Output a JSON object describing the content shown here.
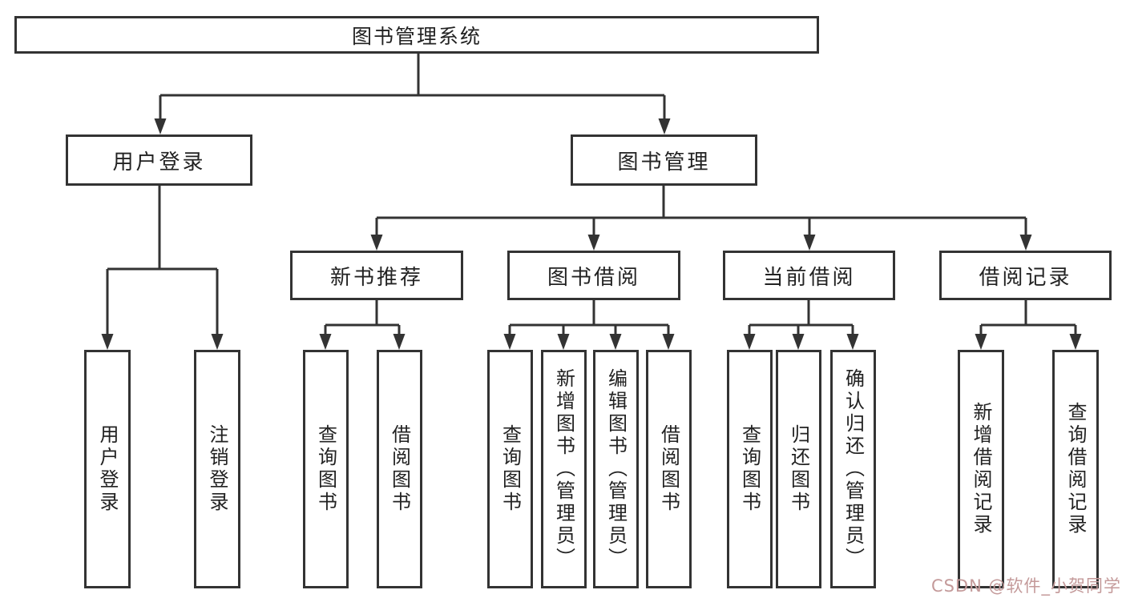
{
  "root": {
    "label": "图书管理系统"
  },
  "branches": [
    {
      "label": "用户登录",
      "children": [
        {
          "label": "用户登录"
        },
        {
          "label": "注销登录"
        }
      ]
    },
    {
      "label": "图书管理",
      "children": [
        {
          "label": "新书推荐",
          "children": [
            {
              "label": "查询图书"
            },
            {
              "label": "借阅图书"
            }
          ]
        },
        {
          "label": "图书借阅",
          "children": [
            {
              "label": "查询图书"
            },
            {
              "label": "新增图书（管理员）"
            },
            {
              "label": "编辑图书（管理员）"
            },
            {
              "label": "借阅图书"
            }
          ]
        },
        {
          "label": "当前借阅",
          "children": [
            {
              "label": "查询图书"
            },
            {
              "label": "归还图书"
            },
            {
              "label": "确认归还（管理员）"
            }
          ]
        },
        {
          "label": "借阅记录",
          "children": [
            {
              "label": "新增借阅记录"
            },
            {
              "label": "查询借阅记录"
            }
          ]
        }
      ]
    }
  ],
  "watermark": {
    "text": "CSDN @软件_小贺同学"
  },
  "colors": {
    "line": "#333333",
    "text": "#222222",
    "background": "#ffffff",
    "watermark": "#c49a9a"
  }
}
